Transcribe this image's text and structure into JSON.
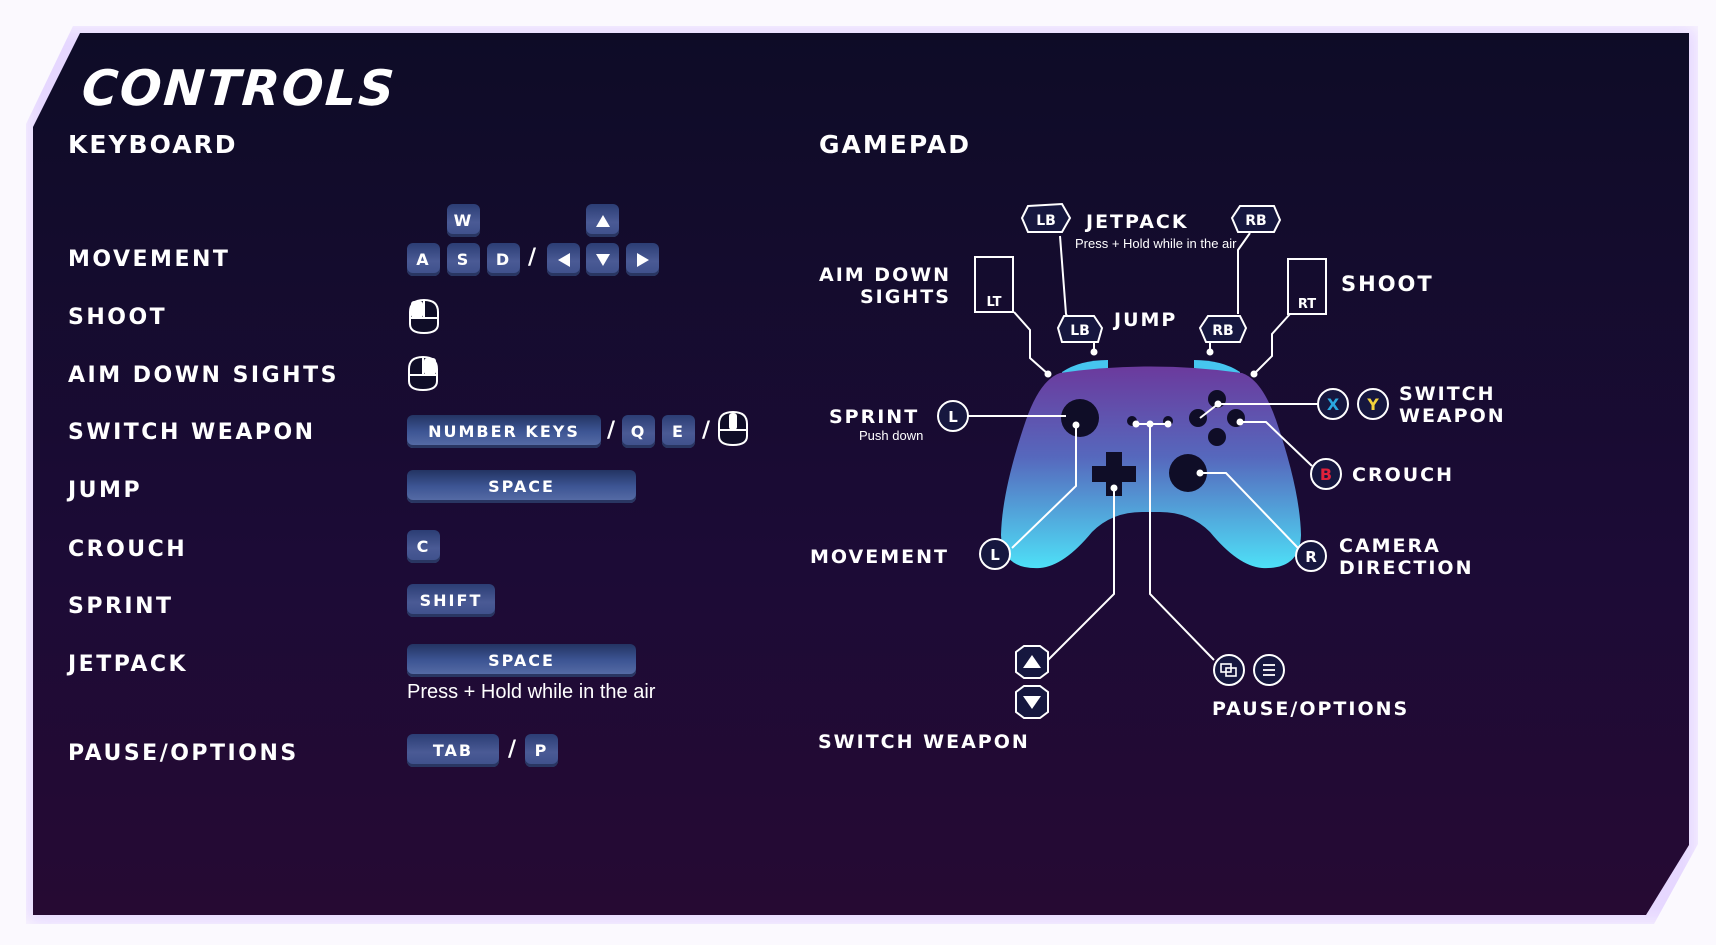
{
  "title": "CONTROLS",
  "keyboard": {
    "heading": "KEYBOARD",
    "movement": {
      "label": "MOVEMENT",
      "keys": [
        "W",
        "A",
        "S",
        "D"
      ],
      "sep": "/"
    },
    "shoot": {
      "label": "SHOOT"
    },
    "aim": {
      "label": "AIM DOWN SIGHTS"
    },
    "switch_weapon": {
      "label": "SWITCH WEAPON",
      "keys": [
        "NUMBER KEYS",
        "Q",
        "E"
      ],
      "sep": "/"
    },
    "jump": {
      "label": "JUMP",
      "key": "SPACE"
    },
    "crouch": {
      "label": "CROUCH",
      "key": "C"
    },
    "sprint": {
      "label": "SPRINT",
      "key": "SHIFT"
    },
    "jetpack": {
      "label": "JETPACK",
      "key": "SPACE",
      "note": "Press + Hold while in the air"
    },
    "pause": {
      "label": "PAUSE/OPTIONS",
      "keys": [
        "TAB",
        "P"
      ],
      "sep": "/"
    }
  },
  "gamepad": {
    "heading": "GAMEPAD",
    "jetpack": "JETPACK",
    "jetpack_note": "Press + Hold while in the air",
    "aim_line1": "AIM DOWN",
    "aim_line2": "SIGHTS",
    "jump": "JUMP",
    "shoot": "SHOOT",
    "switch_weapon_line1": "SWITCH",
    "switch_weapon_line2": "WEAPON",
    "sprint": "SPRINT",
    "sprint_note": "Push down",
    "crouch": "CROUCH",
    "movement": "MOVEMENT",
    "camera_line1": "CAMERA",
    "camera_line2": "DIRECTION",
    "pause": "PAUSE/OPTIONS",
    "switch_weapon_bottom": "SWITCH WEAPON",
    "buttons": {
      "lb": "LB",
      "rb": "RB",
      "lt": "LT",
      "rt": "RT",
      "l": "L",
      "r": "R",
      "b": "B",
      "x": "X",
      "y": "Y"
    },
    "colors": {
      "x": "#29a8e0",
      "y": "#f3d23a",
      "b": "#e0213a",
      "body_top": "#6a3a9c",
      "body_bottom": "#4fdcf5",
      "bumper": "#45c8f0"
    }
  }
}
